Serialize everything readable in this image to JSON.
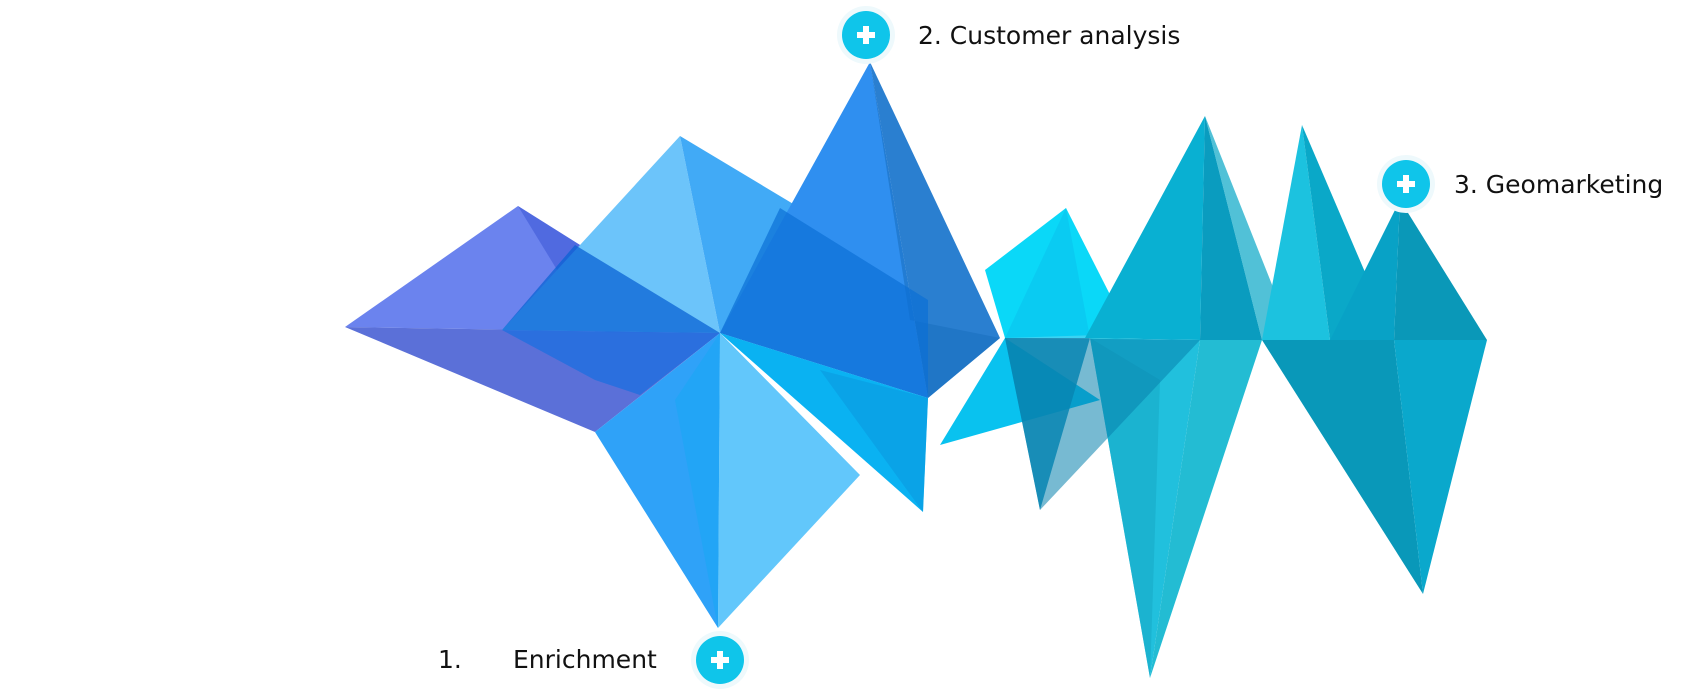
{
  "hotspots": {
    "enrichment": {
      "number": "1.",
      "label": "Enrichment",
      "icon": "plus-icon"
    },
    "customer_analysis": {
      "label": "2. Customer analysis",
      "icon": "plus-icon"
    },
    "geomarketing": {
      "label": "3. Geomarketing",
      "icon": "plus-icon"
    }
  },
  "colors": {
    "hotspot_fill": "#0fc5ea",
    "hotspot_ring": "#eef9fc",
    "plus": "#ffffff",
    "text": "#111111",
    "violet": "#6b83ee",
    "blue": "#2f8ff0",
    "light_blue": "#6cc4fa",
    "cyan": "#0ad8f8",
    "teal": "#0aabd0"
  }
}
